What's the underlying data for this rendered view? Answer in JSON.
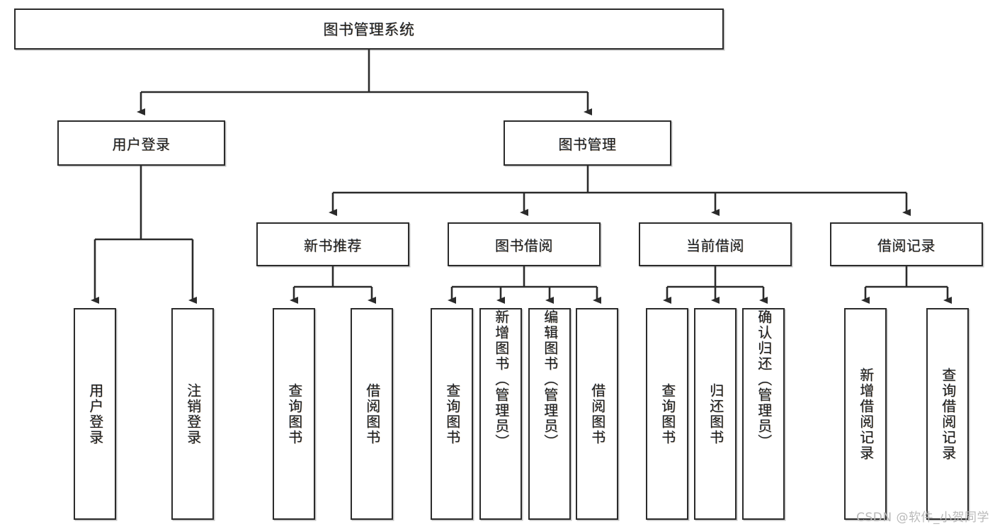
{
  "diagram": {
    "type": "tree-hierarchy",
    "title": "图书管理系统",
    "root": {
      "id": "root",
      "label": "图书管理系统"
    },
    "level2": [
      {
        "id": "user-login",
        "label": "用户登录"
      },
      {
        "id": "book-management",
        "label": "图书管理"
      }
    ],
    "level3": [
      {
        "id": "new-book-recommend",
        "label": "新书推荐",
        "parent": "book-management"
      },
      {
        "id": "book-borrow",
        "label": "图书借阅",
        "parent": "book-management"
      },
      {
        "id": "current-borrow",
        "label": "当前借阅",
        "parent": "book-management"
      },
      {
        "id": "borrow-record",
        "label": "借阅记录",
        "parent": "book-management"
      }
    ],
    "leaves": {
      "user-login": [
        {
          "id": "leaf-user-login",
          "label": "用户登录"
        },
        {
          "id": "leaf-logout-login",
          "label": "注销登录"
        }
      ],
      "new-book-recommend": [
        {
          "id": "leaf-query-book-1",
          "label": "查询图书"
        },
        {
          "id": "leaf-borrow-book-1",
          "label": "借阅图书"
        }
      ],
      "book-borrow": [
        {
          "id": "leaf-query-book-2",
          "label": "查询图书"
        },
        {
          "id": "leaf-add-book",
          "label": "新增图书（管理员）"
        },
        {
          "id": "leaf-edit-book",
          "label": "编辑图书（管理员）"
        },
        {
          "id": "leaf-borrow-book-2",
          "label": "借阅图书"
        }
      ],
      "current-borrow": [
        {
          "id": "leaf-query-book-3",
          "label": "查询图书"
        },
        {
          "id": "leaf-return-book",
          "label": "归还图书"
        },
        {
          "id": "leaf-confirm-return",
          "label": "确认归还（管理员）"
        }
      ],
      "borrow-record": [
        {
          "id": "leaf-add-record",
          "label": "新增借阅记录"
        },
        {
          "id": "leaf-query-record",
          "label": "查询借阅记录"
        }
      ]
    },
    "colors": {
      "stroke": "#2b2b2b",
      "fill": "#ffffff",
      "text": "#1d1d1d",
      "watermark": "#b9b9b9"
    }
  },
  "watermark": {
    "text": "CSDN @软件_小贺同学"
  }
}
